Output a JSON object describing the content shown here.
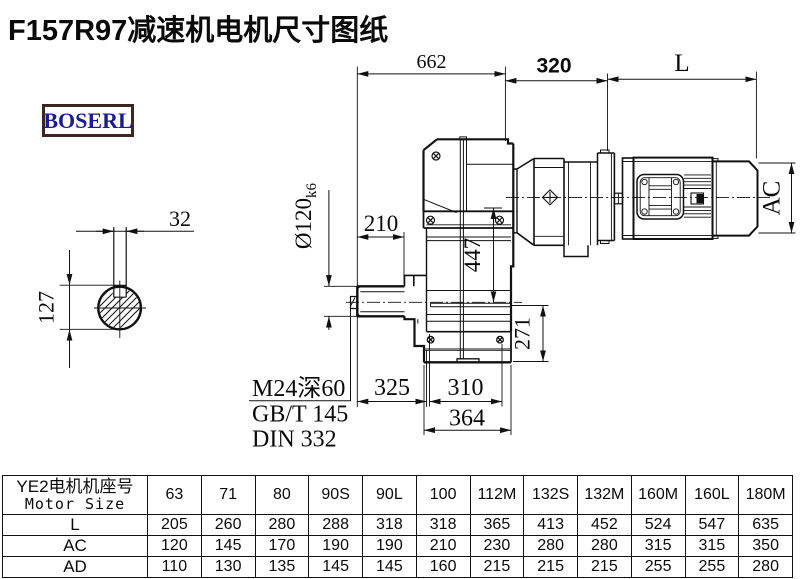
{
  "title": "F157R97减速机电机尺寸图纸",
  "logo": {
    "text": "BOSERL",
    "text_color": "#1b1b94",
    "border_color": "#3d2723"
  },
  "drawing": {
    "dims": {
      "overall_662": "662",
      "adapter_320": "320",
      "motor_length_L": "L",
      "motor_height_AC": "AC",
      "shaft_dia": "Ø120",
      "shaft_dia_tol": "k6",
      "shaft_len_210": "210",
      "center_height_447": "447",
      "base_height_271": "271",
      "shaft_to_body_325": "325",
      "base_inner_310": "310",
      "base_width_364": "364",
      "key_width_32": "32",
      "key_height_127": "127"
    },
    "notes": [
      "M24深60",
      "GB/T 145",
      "DIN 332"
    ],
    "line_color": "#111111"
  },
  "table": {
    "header_cn": "YE2电机机座号",
    "header_en": "Motor Size",
    "columns": [
      "63",
      "71",
      "80",
      "90S",
      "90L",
      "100",
      "112M",
      "132S",
      "132M",
      "160M",
      "160L",
      "180M"
    ],
    "rows": [
      {
        "label": "L",
        "values": [
          "205",
          "260",
          "280",
          "288",
          "318",
          "318",
          "365",
          "413",
          "452",
          "524",
          "547",
          "635"
        ]
      },
      {
        "label": "AC",
        "values": [
          "120",
          "145",
          "170",
          "190",
          "190",
          "210",
          "230",
          "280",
          "280",
          "315",
          "315",
          "350"
        ]
      },
      {
        "label": "AD",
        "values": [
          "110",
          "130",
          "135",
          "145",
          "145",
          "160",
          "215",
          "215",
          "215",
          "255",
          "255",
          "280"
        ]
      }
    ]
  }
}
